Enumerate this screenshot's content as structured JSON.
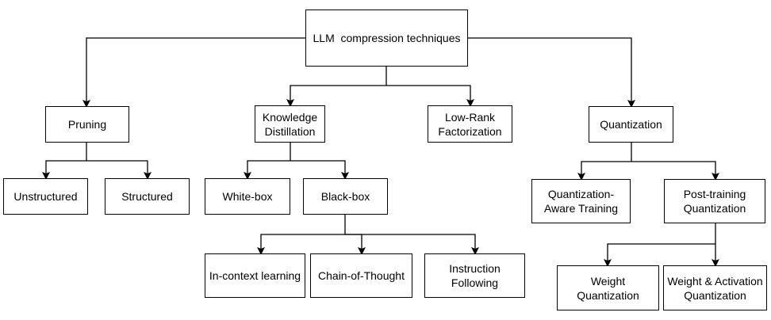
{
  "nodes": {
    "root": "LLM  compression techniques",
    "pruning": "Pruning",
    "unstructured": "Unstructured",
    "structured": "Structured",
    "kd": "Knowledge Distillation",
    "whitebox": "White-box",
    "blackbox": "Black-box",
    "icl": "In-context learning",
    "cot": "Chain-of-Thought",
    "inst": "Instruction Following",
    "lowrank": "Low-Rank Factorization",
    "quant": "Quantization",
    "qat": "Quantization-Aware Training",
    "ptq": "Post-training Quantization",
    "wq": "Weight Quantization",
    "waq": "Weight & Activation Quantization"
  },
  "style": {
    "line_color": "#000000",
    "box_border": "#000000",
    "background": "#ffffff"
  }
}
